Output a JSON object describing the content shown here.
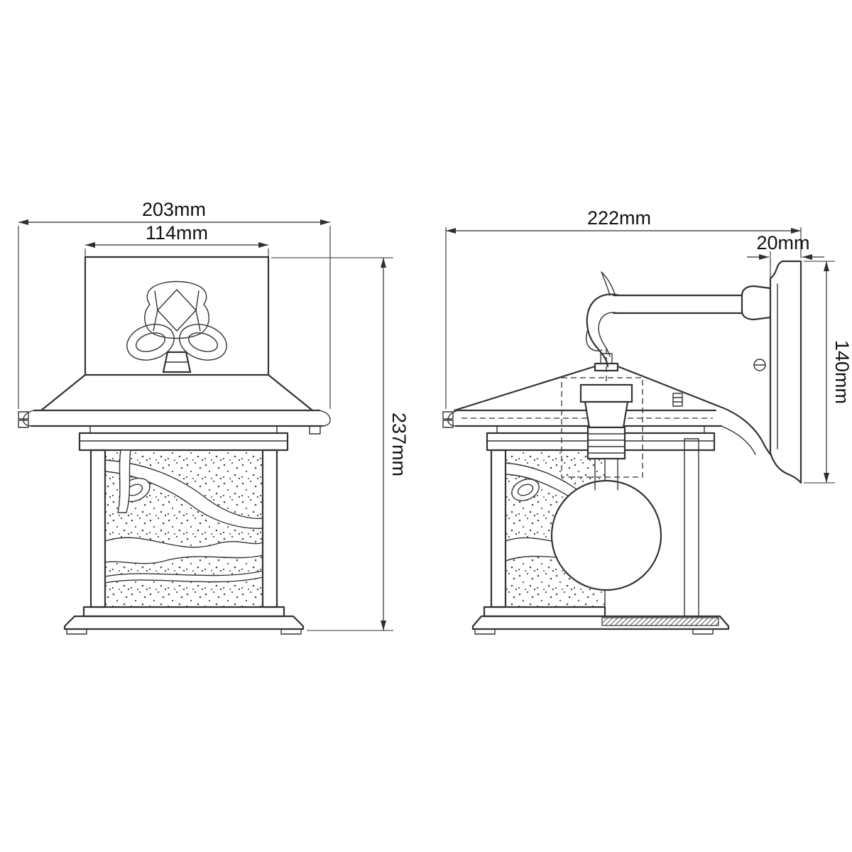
{
  "drawing": {
    "colors": {
      "line": "#333333",
      "background": "#ffffff"
    },
    "dims": {
      "front_overall_width": "203mm",
      "front_cap_width": "114mm",
      "front_overall_height": "237mm",
      "side_overall_depth": "222mm",
      "backplate_thickness": "20mm",
      "backplate_height": "140mm"
    }
  }
}
